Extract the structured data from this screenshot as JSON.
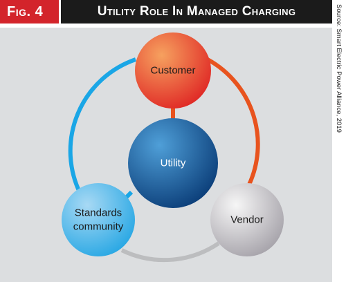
{
  "header": {
    "fig_label": "Fig. 4",
    "title": "Utility Role In Managed Charging"
  },
  "source": "Source: Smart Electric Power Alliance, 2019",
  "diagram": {
    "nodes": {
      "customer": {
        "label": "Customer",
        "color_start": "#f6a15f",
        "color_end": "#e02a26"
      },
      "utility": {
        "label": "Utility",
        "color_start": "#4f9fd8",
        "color_end": "#0c3f7a"
      },
      "standards": {
        "label_line1": "Standards",
        "label_line2": "community",
        "color_start": "#a8d9f4",
        "color_end": "#2aa8e4"
      },
      "vendor": {
        "label": "Vendor",
        "color_start": "#f6f6f6",
        "color_end": "#a7a4ab"
      }
    },
    "colors": {
      "customer_vendor_link": "#e8531e",
      "customer_standards_link": "#1aa6e6",
      "standards_vendor_link": "#bcbdbf",
      "utility_customer_link": "#e8531e",
      "utility_standards_link": "#1aa6e6"
    }
  }
}
